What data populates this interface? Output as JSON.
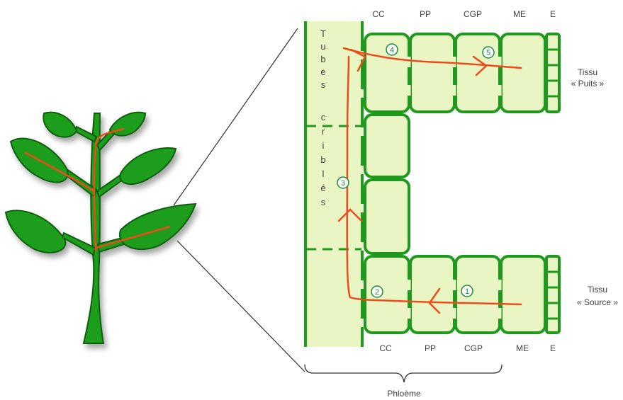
{
  "columns_top": [
    "CC",
    "PP",
    "CGP",
    "ME",
    "E"
  ],
  "columns_bottom": [
    "CC",
    "PP",
    "CGP",
    "ME",
    "E"
  ],
  "sieve_tube_label": [
    "T",
    "u",
    "b",
    "e",
    "s",
    "",
    "c",
    "r",
    "i",
    "b",
    "l",
    "é",
    "s"
  ],
  "sink_tissue": {
    "line1": "Tissu",
    "line2": "« Puits »"
  },
  "source_tissue": {
    "line1": "Tissu",
    "line2": "« Source »"
  },
  "phloem_label": "Phloème",
  "steps": [
    "1",
    "2",
    "3",
    "4",
    "5"
  ],
  "colors": {
    "cell_fill": "#e9f6c3",
    "cell_border": "#1f9a1f",
    "leaf_green": "#1e9e1e",
    "leaf_dark": "#0d5f0d",
    "flow_arrow": "#f04a1c",
    "step_circle": "#1e8c3a"
  },
  "icons": {
    "plant": "plant-icon",
    "flow": "arrow-path"
  }
}
